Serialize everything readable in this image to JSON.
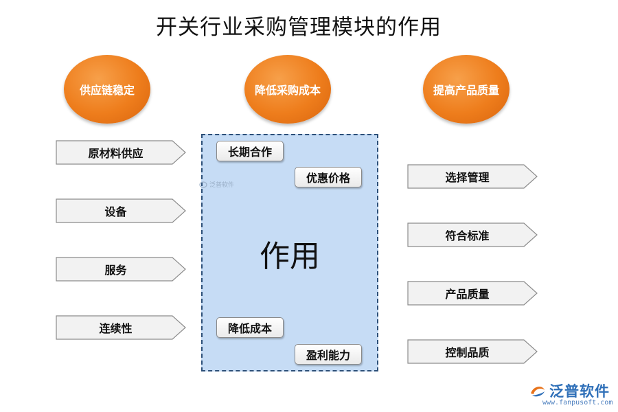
{
  "title": "开关行业采购管理模块的作用",
  "circles": [
    {
      "label": "供应链稳定"
    },
    {
      "label": "降低采购成本"
    },
    {
      "label": "提高产品质量"
    }
  ],
  "left_items": [
    "原材料供应",
    "设备",
    "服务",
    "连续性"
  ],
  "right_items": [
    "选择管理",
    "符合标准",
    "产品质量",
    "控制品质"
  ],
  "center": {
    "label": "作用",
    "tags": [
      "长期合作",
      "优惠价格",
      "降低成本",
      "盈利能力"
    ]
  },
  "watermark": {
    "text": "泛普软件"
  },
  "logo": {
    "name": "泛普软件",
    "url": "www.fanpusoft.com",
    "icon": "fanpu-logo-icon"
  },
  "colors": {
    "circle": "#ee7d1c",
    "center_box": "#c6dcf5",
    "center_border": "#2c4f78",
    "arrow_fill": "#f2f2f2",
    "arrow_stroke": "#8c8c8c",
    "logo": "#2e6fb8"
  }
}
